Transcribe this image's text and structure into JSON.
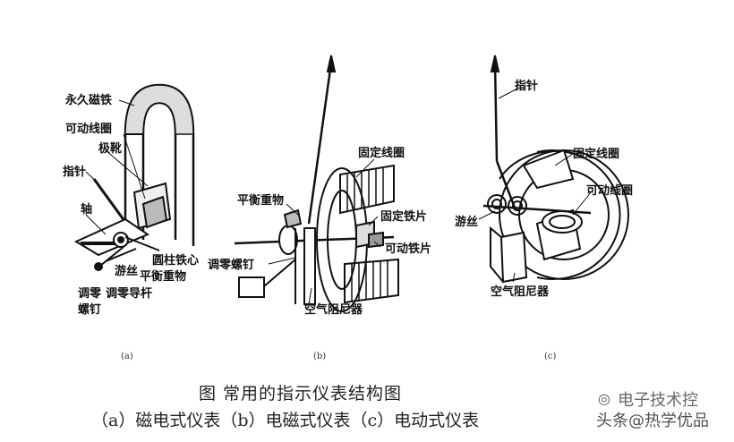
{
  "figure_a": {
    "sublabel": "(a)",
    "labels": {
      "permanent_magnet": "永久磁铁",
      "moving_coil": "可动线圈",
      "pole_shoe": "极靴",
      "pointer": "指针",
      "shaft": "轴",
      "hairspring": "游丝",
      "balance_weight": "平衡重物",
      "cylinder_core": "圆柱铁心",
      "zero_lever": "调零导杆",
      "zero_screw_1": "调零",
      "zero_screw_2": "螺钉"
    }
  },
  "figure_b": {
    "sublabel": "(b)",
    "labels": {
      "fixed_coil": "固定线圈",
      "balance_weight": "平衡重物",
      "fixed_iron": "固定铁片",
      "zero_screw": "调零螺钉",
      "moving_iron": "可动铁片",
      "air_damper": "空气阻尼器"
    }
  },
  "figure_c": {
    "sublabel": "(c)",
    "labels": {
      "pointer": "指针",
      "fixed_coil": "固定线圈",
      "moving_coil": "可动线圈",
      "hairspring": "游丝",
      "air_damper": "空气阻尼器"
    }
  },
  "caption": "图   常用的指示仪表结构图",
  "subcaption": "（a）磁电式仪表（b）电磁式仪表（c）电动式仪表",
  "watermark": "头条@热学优品",
  "watermark_top": "电子技术控"
}
